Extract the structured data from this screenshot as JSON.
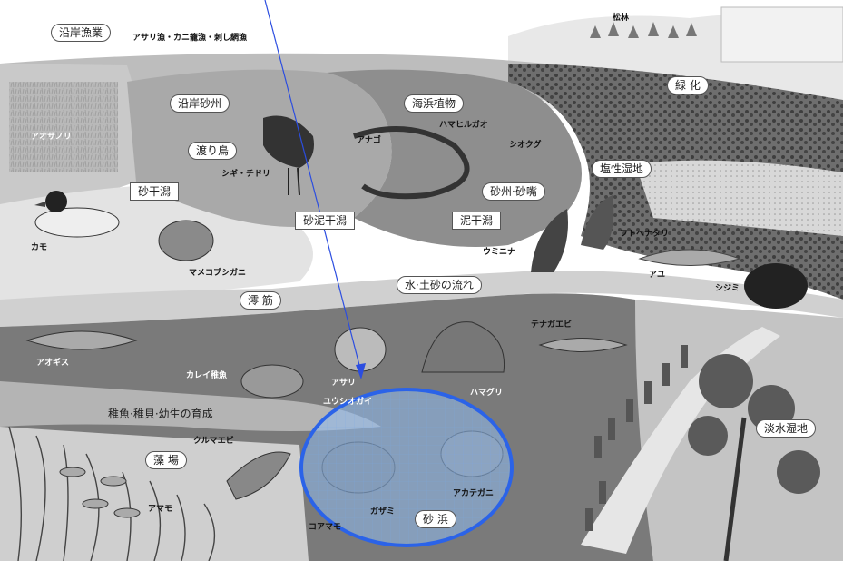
{
  "labels": {
    "coastal_fishery": "沿岸漁業",
    "fishing_methods": "アサリ漁・カニ籠漁・刺し網漁",
    "pine_grove": "松林",
    "greening": "緑 化",
    "coastal_sandbar": "沿岸砂州",
    "beach_plants": "海浜植物",
    "hamahirugao": "ハマヒルガオ",
    "shiokugu": "シオクグ",
    "salt_marsh": "塩性湿地",
    "migratory_birds": "渡り鳥",
    "shigi_chidori": "シギ・チドリ",
    "sand_flat": "砂干潟",
    "sandy_mud_flat": "砂泥干潟",
    "mud_flat": "泥干潟",
    "sandbar_spit": "砂州·砂嘴",
    "anago": "アナゴ",
    "ashi": "アオサノリ",
    "kamo": "カモ",
    "mamekobushigani": "マメコブシガニ",
    "uminina": "ウミニナ",
    "futohenatari": "フトヘナタリ",
    "ayu": "アユ",
    "shijimi": "シジミ",
    "mio_channel": "澪 筋",
    "water_sediment_flow": "水·土砂の流れ",
    "tenagaebi": "テナガエビ",
    "aoginsu": "アオギス",
    "karei_juvenile": "カレイ稚魚",
    "asari": "アサリ",
    "hamaguri": "ハマグリ",
    "yuushiogai": "ユウシオガイ",
    "nursery": "稚魚·稚貝·幼生の育成",
    "kurumaebi": "クルマエビ",
    "seagrass_bed": "藻 場",
    "amamo": "アマモ",
    "koamamo": "コアマモ",
    "gazami": "ガザミ",
    "akategani": "アカテガニ",
    "sandy_beach": "砂 浜",
    "freshwater_wetland": "淡水湿地"
  },
  "colors": {
    "highlight_fill": "#8fbcf0",
    "highlight_stroke": "#2b63e8",
    "arrow": "#2b4de0"
  }
}
